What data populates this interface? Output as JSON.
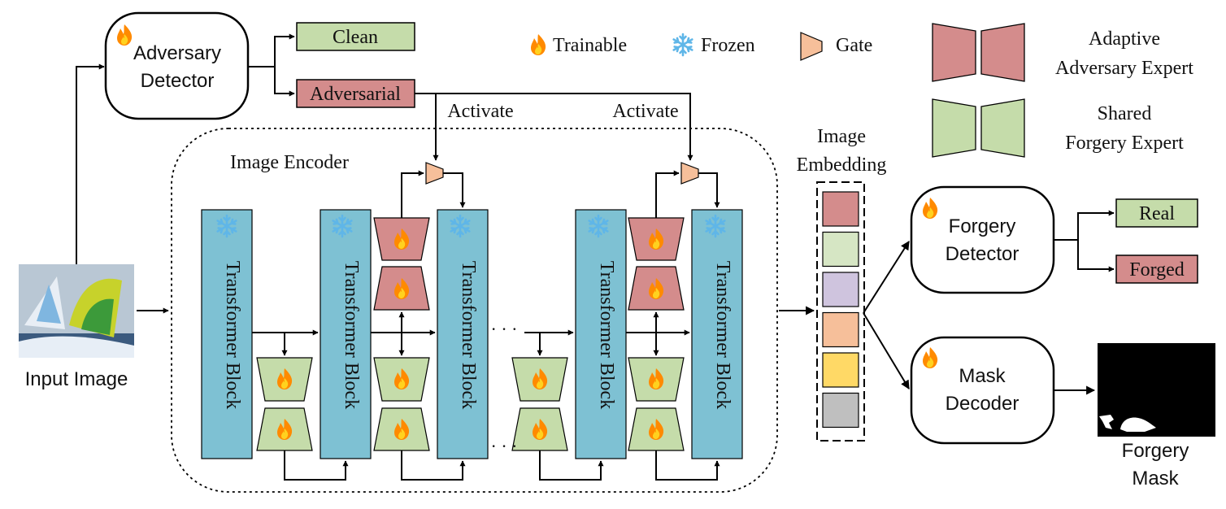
{
  "colors": {
    "transformer": "#7ec1d3",
    "adapter_green": "#c5dcaa",
    "adversary_red": "#d48c8c",
    "gate_orange": "#f6bf9a",
    "frozen_blue": "#5fb6e8",
    "flame_outer": "#ff8a00",
    "flame_inner": "#ffd21f",
    "embedding": [
      "#d48c8c",
      "#d6e6c4",
      "#cfc4de",
      "#f6bf9a",
      "#ffd966",
      "#bfbfbf"
    ]
  },
  "icons": {
    "trainable": "flame-icon",
    "frozen": "snowflake-icon",
    "gate": "gate-trapezoid-icon"
  },
  "legend": {
    "trainable": "Trainable",
    "frozen": "Frozen",
    "gate": "Gate",
    "adaptive_line1": "Adaptive",
    "adaptive_line2": "Adversary Expert",
    "shared_line1": "Shared",
    "shared_line2": "Forgery Expert"
  },
  "adversary_detector": {
    "line1": "Adversary",
    "line2": "Detector"
  },
  "outputs": {
    "clean": "Clean",
    "adversarial": "Adversarial",
    "real": "Real",
    "forged": "Forged"
  },
  "activate_label": "Activate",
  "image_encoder_label": "Image Encoder",
  "transformer_block_label": "Transformer Block",
  "ellipsis": "· · ·",
  "embedding": {
    "line1": "Image",
    "line2": "Embedding"
  },
  "forgery_detector": {
    "line1": "Forgery",
    "line2": "Detector"
  },
  "mask_decoder": {
    "line1": "Mask",
    "line2": "Decoder"
  },
  "input_label": "Input Image",
  "forgery_mask": {
    "line1": "Forgery",
    "line2": "Mask"
  }
}
